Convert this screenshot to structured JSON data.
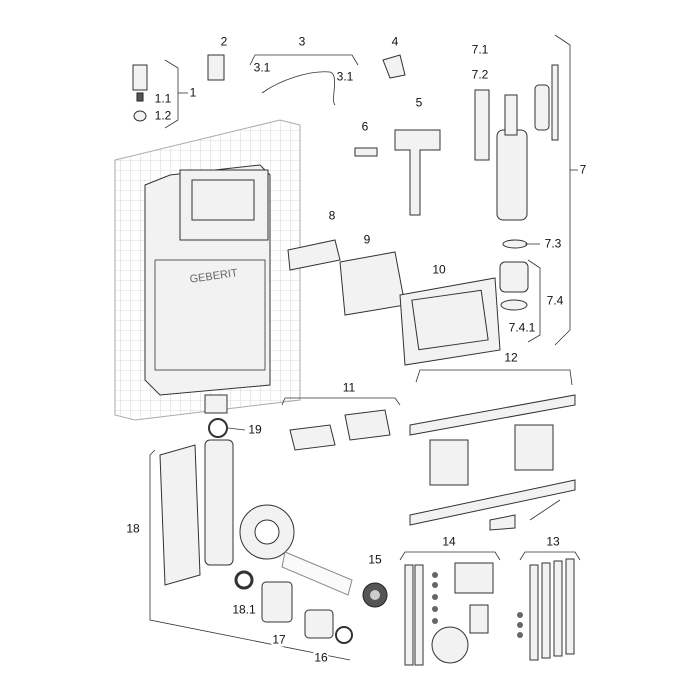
{
  "diagram": {
    "title": "Concealed cistern spare parts exploded view",
    "logo_text": "GEBERIT",
    "labels": [
      {
        "id": "1",
        "text": "1"
      },
      {
        "id": "1.1",
        "text": "1.1"
      },
      {
        "id": "1.2",
        "text": "1.2"
      },
      {
        "id": "2",
        "text": "2"
      },
      {
        "id": "3",
        "text": "3"
      },
      {
        "id": "3.1a",
        "text": "3.1"
      },
      {
        "id": "3.1b",
        "text": "3.1"
      },
      {
        "id": "4",
        "text": "4"
      },
      {
        "id": "5",
        "text": "5"
      },
      {
        "id": "6",
        "text": "6"
      },
      {
        "id": "7",
        "text": "7"
      },
      {
        "id": "7.1",
        "text": "7.1"
      },
      {
        "id": "7.2",
        "text": "7.2"
      },
      {
        "id": "7.3",
        "text": "7.3"
      },
      {
        "id": "7.4",
        "text": "7.4"
      },
      {
        "id": "7.4.1",
        "text": "7.4.1"
      },
      {
        "id": "8",
        "text": "8"
      },
      {
        "id": "9",
        "text": "9"
      },
      {
        "id": "10",
        "text": "10"
      },
      {
        "id": "11",
        "text": "11"
      },
      {
        "id": "12",
        "text": "12"
      },
      {
        "id": "13",
        "text": "13"
      },
      {
        "id": "14",
        "text": "14"
      },
      {
        "id": "15",
        "text": "15"
      },
      {
        "id": "16",
        "text": "16"
      },
      {
        "id": "17",
        "text": "17"
      },
      {
        "id": "18",
        "text": "18"
      },
      {
        "id": "18.1",
        "text": "18.1"
      },
      {
        "id": "19",
        "text": "19"
      }
    ]
  }
}
